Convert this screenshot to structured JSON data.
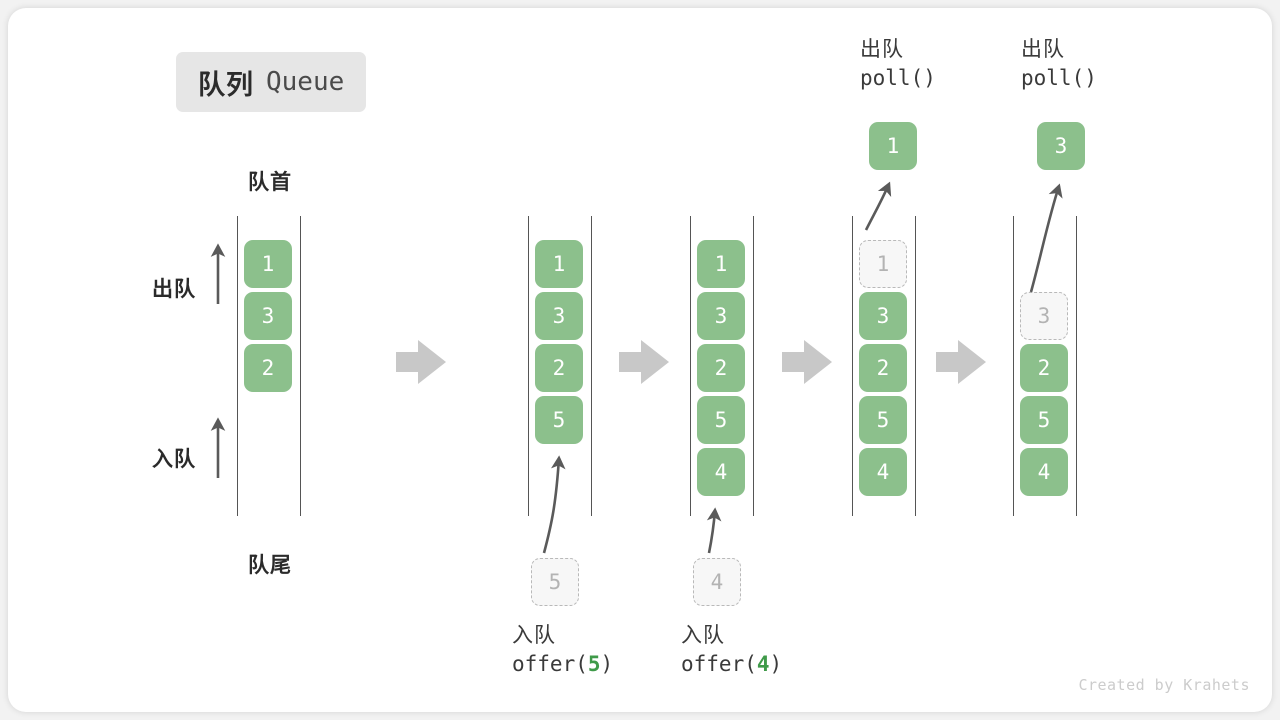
{
  "title": {
    "cn": "队列",
    "en": "Queue"
  },
  "watermark": "Created by Krahets",
  "colors": {
    "cell_fill": "#8cc08c",
    "cell_text": "#ffffff",
    "ghost_fill": "#f7f7f7",
    "ghost_border": "#b9b9b9",
    "ghost_text": "#b3b3b3",
    "rail": "#555555",
    "arrow_gray": "#c8c8c8",
    "arrow_dark": "#5a5a5a",
    "badge_bg": "#e6e6e6",
    "code_arg": "#3f9a49"
  },
  "annotations": {
    "head": "队首",
    "tail": "队尾",
    "dequeue_side": "出队",
    "enqueue_side": "入队"
  },
  "steps": [
    {
      "id": "initial",
      "cells": [
        "1",
        "3",
        "2"
      ],
      "ghost_index": -1,
      "op": null
    },
    {
      "id": "offer-5",
      "cells": [
        "1",
        "3",
        "2",
        "5"
      ],
      "ghost_index": -1,
      "op": {
        "kind": "enqueue",
        "cn": "入队",
        "fn": "offer(",
        "arg": "5",
        "fn_close": ")",
        "pending_value": "5"
      }
    },
    {
      "id": "offer-4",
      "cells": [
        "1",
        "3",
        "2",
        "5",
        "4"
      ],
      "ghost_index": -1,
      "op": {
        "kind": "enqueue",
        "cn": "入队",
        "fn": "offer(",
        "arg": "4",
        "fn_close": ")",
        "pending_value": "4"
      }
    },
    {
      "id": "poll-1",
      "cells": [
        "1",
        "3",
        "2",
        "5",
        "4"
      ],
      "ghost_index": 0,
      "op": {
        "kind": "dequeue",
        "cn": "出队",
        "fn": "poll(",
        "arg": "",
        "fn_close": ")",
        "popped_value": "1"
      }
    },
    {
      "id": "poll-3",
      "cells": [
        "3",
        "2",
        "5",
        "4"
      ],
      "ghost_index": 0,
      "op": {
        "kind": "dequeue",
        "cn": "出队",
        "fn": "poll(",
        "arg": "",
        "fn_close": ")",
        "popped_value": "3"
      }
    }
  ],
  "flow_arrows": 4,
  "icons": {
    "step_arrow": "right-block-arrow-icon",
    "dequeue_arrow": "up-arrow-icon",
    "enqueue_arrow": "up-arrow-icon",
    "curve_out": "curved-arrow-icon",
    "curve_in": "curved-arrow-icon"
  }
}
